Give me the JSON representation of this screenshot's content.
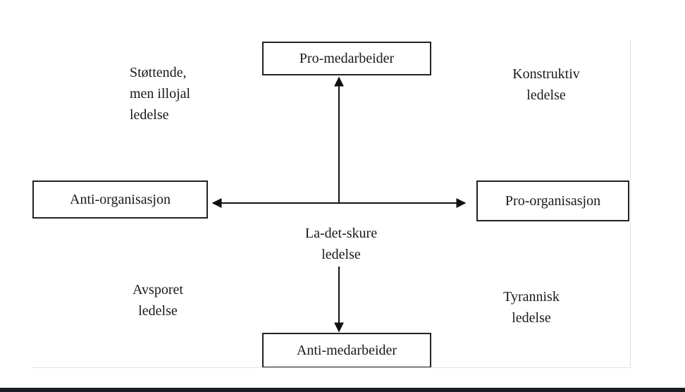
{
  "diagram": {
    "axes": {
      "top": "Pro-medarbeider",
      "bottom": "Anti-medarbeider",
      "left": "Anti-organisasjon",
      "right": "Pro-organisasjon"
    },
    "quadrants": {
      "top_left": "Støttende,\nmen illojal\nledelse",
      "top_right": "Konstruktiv\nledelse",
      "bottom_left": "Avsporet\nledelse",
      "bottom_right": "Tyrannisk\nledelse"
    },
    "center": "La-det-skure\nledelse"
  }
}
